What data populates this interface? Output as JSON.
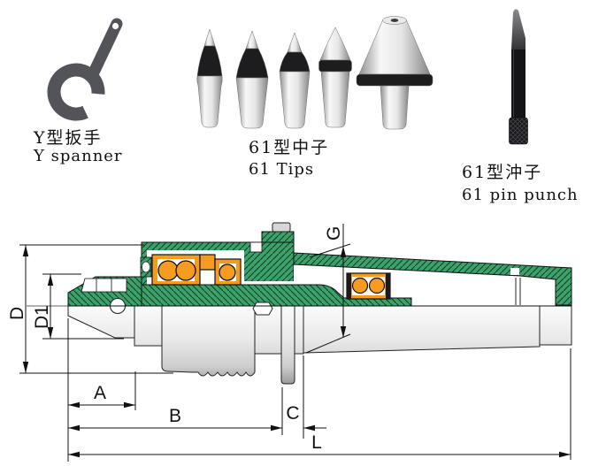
{
  "products": {
    "spanner": {
      "name_zh": "Y型扳手",
      "name_en": "Y spanner"
    },
    "tips": {
      "name_zh": "61型中子",
      "name_en": "61 Tips",
      "count": 5
    },
    "pin_punch": {
      "name_zh": "61型沖子",
      "name_en": "61 pin punch"
    }
  },
  "drawing": {
    "dimensions": {
      "d": "D",
      "d1": "D1",
      "a": "A",
      "b": "B",
      "c": "C",
      "l": "L",
      "g": "G"
    },
    "colors": {
      "section_green": "#3CA26B",
      "bearing_orange": "#F59B20",
      "steel_grey": "#d9d9d9",
      "tool_black": "#1d1d1f",
      "outline": "#1a1a1a"
    }
  }
}
